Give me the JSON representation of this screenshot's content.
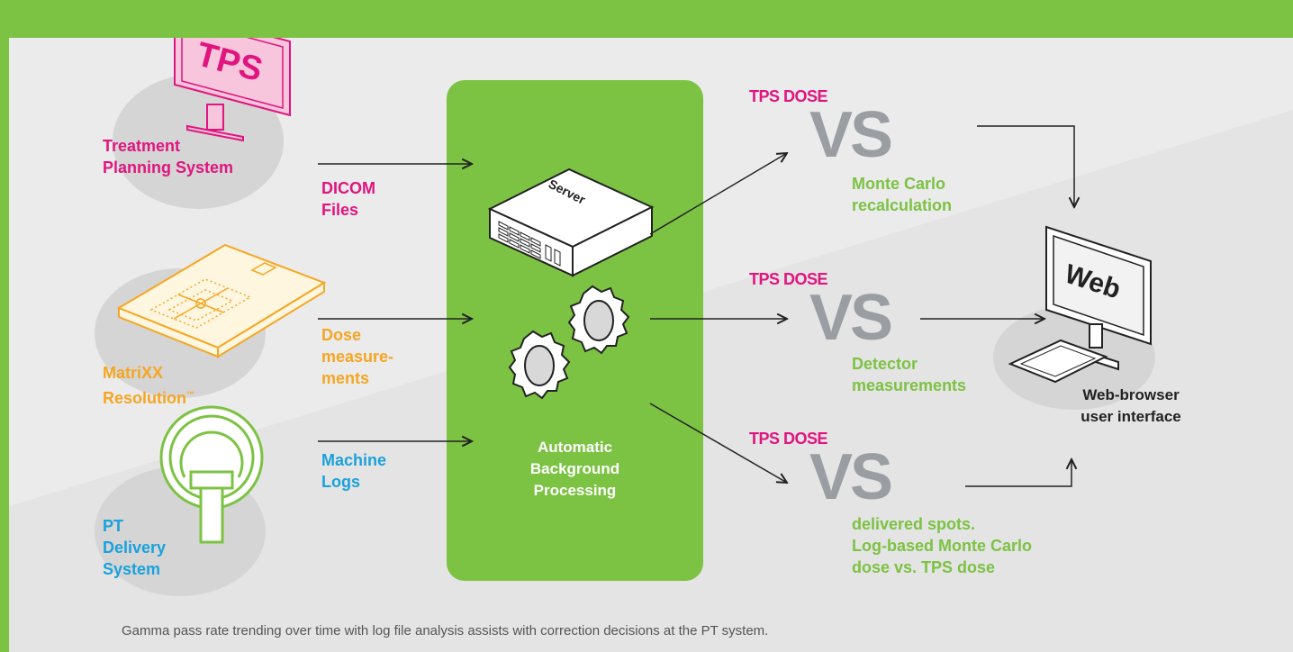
{
  "sources": {
    "tps": {
      "icon_text": "TPS",
      "label_line1": "Treatment",
      "label_line2": "Planning System"
    },
    "matrixx": {
      "label_line1": "MatriXX",
      "label_line2": "Resolution",
      "tm": "™"
    },
    "pt": {
      "label_line1": "PT",
      "label_line2": "Delivery",
      "label_line3": "System"
    }
  },
  "inputs": {
    "dicom": {
      "line1": "DICOM",
      "line2": "Files"
    },
    "dose": {
      "line1": "Dose",
      "line2": "measure-",
      "line3": "ments"
    },
    "logs": {
      "line1": "Machine",
      "line2": "Logs"
    }
  },
  "processing": {
    "server_label": "Server",
    "line1": "Automatic",
    "line2": "Background",
    "line3": "Processing"
  },
  "comparisons": [
    {
      "tps": "TPS DOSE",
      "vs": "VS",
      "line1": "Monte Carlo",
      "line2": "recalculation"
    },
    {
      "tps": "TPS DOSE",
      "vs": "VS",
      "line1": "Detector",
      "line2": "measurements"
    },
    {
      "tps": "TPS DOSE",
      "vs": "VS",
      "line1": "delivered spots.",
      "line2": "Log-based Monte Carlo",
      "line3": "dose vs. TPS dose"
    }
  ],
  "web": {
    "icon_text": "Web",
    "line1": "Web-browser",
    "line2": "user interface"
  },
  "caption": "Gamma pass rate trending over time with log file analysis assists with correction decisions at the PT system.",
  "colors": {
    "green": "#7cc243",
    "magenta": "#e0157f",
    "orange": "#f5a623",
    "blue": "#1aa1dc",
    "gray": "#9a9ea3"
  }
}
